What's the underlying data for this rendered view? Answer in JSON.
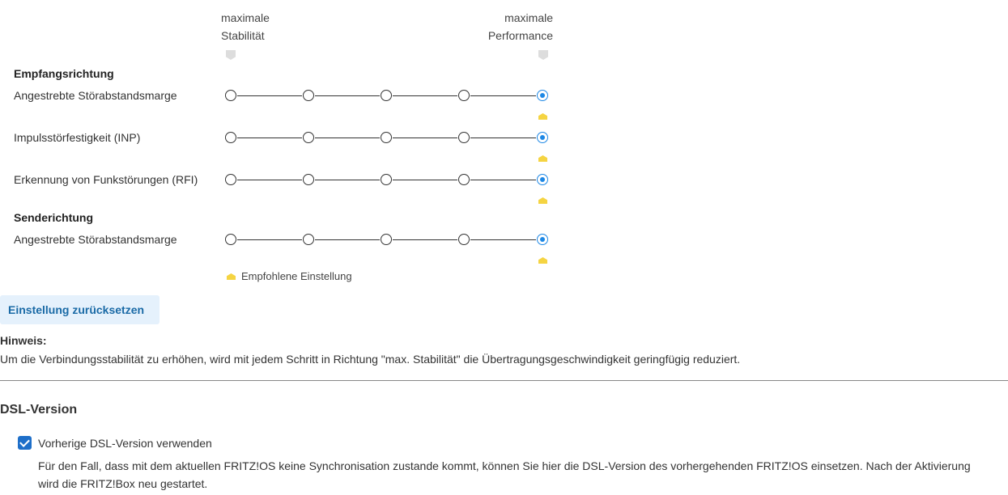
{
  "scale": {
    "left": [
      "maximale",
      "Stabilität"
    ],
    "right": [
      "maximale",
      "Performance"
    ]
  },
  "sections": {
    "receive": "Empfangsrichtung",
    "send": "Senderichtung"
  },
  "rows": [
    {
      "label": "Angestrebte Störabstandsmarge",
      "selected": 4,
      "recommended": 4
    },
    {
      "label": "Impulsstörfestigkeit (INP)",
      "selected": 4,
      "recommended": 4
    },
    {
      "label": "Erkennung von Funkstörungen (RFI)",
      "selected": 4,
      "recommended": 4
    },
    {
      "label": "Angestrebte Störabstandsmarge",
      "selected": 4,
      "recommended": 4
    }
  ],
  "legend": "Empfohlene Einstellung",
  "reset_button": "Einstellung zurücksetzen",
  "hint": {
    "title": "Hinweis:",
    "text": "Um die Verbindungsstabilität zu erhöhen, wird mit jedem Schritt in Richtung \"max. Stabilität\" die Übertragungsgeschwindigkeit geringfügig reduziert."
  },
  "dsl": {
    "title": "DSL-Version",
    "checkbox_label": "Vorherige DSL-Version verwenden",
    "checked": true,
    "description": "Für den Fall, dass mit dem aktuellen FRITZ!OS keine Synchronisation zustande kommt, können Sie hier die DSL-Version des vorhergehenden FRITZ!OS einsetzen. Nach der Aktivierung wird die FRITZ!Box neu gestartet."
  },
  "colors": {
    "accent": "#1e88e5",
    "recommended": "#f5d442"
  }
}
